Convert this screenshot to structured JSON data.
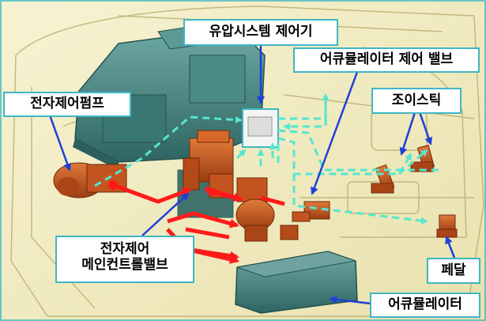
{
  "labels": {
    "hydraulic_controller": "유압시스템 제어기",
    "accumulator_control_valve": "어큐뮬레이터 제어 밸브",
    "joystick": "조이스틱",
    "electronic_pump": "전자제어펌프",
    "main_control_valve_line1": "전자제어",
    "main_control_valve_line2": "메인컨트롤밸브",
    "pedal": "페달",
    "accumulator": "어큐뮬레이터"
  },
  "colors": {
    "label_border": "#3fb6c4",
    "pointer_arrow": "#1f3fd8",
    "signal_line": "#55e6d0",
    "hydraulic_line": "#ff1a1a",
    "machine_body": "#3e7f7c",
    "component": "#c4541f",
    "background": "#f3efc4"
  }
}
